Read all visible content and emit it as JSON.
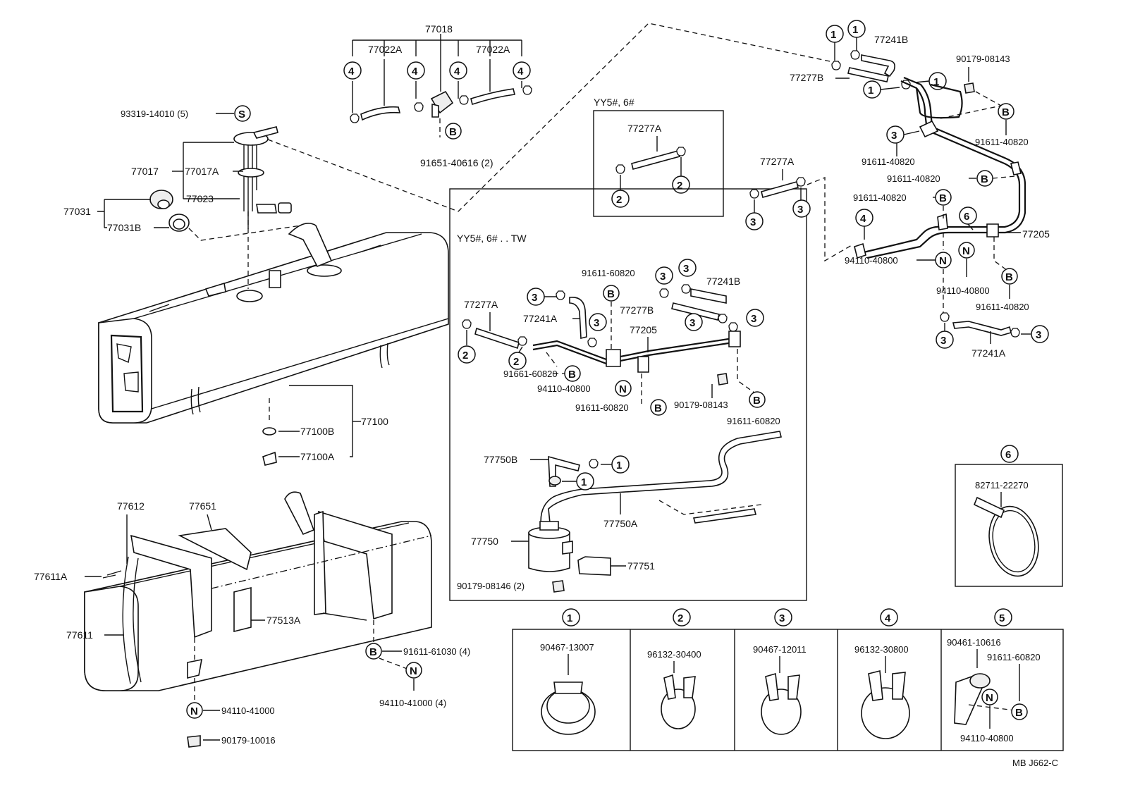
{
  "labels": {
    "p77018": "77018",
    "p77022A_left": "77022A",
    "p77022A_right": "77022A",
    "p93319": "93319-14010 (5)",
    "p91651": "91651-40616 (2)",
    "p77017": "77017",
    "p77017A": "77017A",
    "p77023": "77023",
    "p77031": "77031",
    "p77031B": "77031B",
    "p77100": "77100",
    "p77100B": "77100B",
    "p77100A": "77100A",
    "yy_box1_title": "YY5#, 6#",
    "box1_77277A": "77277A",
    "yy_box2_title": "YY5#, 6# . . TW",
    "box2_91611_60820_a": "91611-60820",
    "box2_77277A": "77277A",
    "box2_77241A": "77241A",
    "box2_77241B": "77241B",
    "box2_77277B": "77277B",
    "box2_77205": "77205",
    "box2_91661_60820": "91661-60820",
    "box2_94110_40800": "94110-40800",
    "box2_91611_60820_b": "91611-60820",
    "box2_90179_08143": "90179-08143",
    "box2_91611_60820_c": "91611-60820",
    "box2_77750B": "77750B",
    "box2_77750A": "77750A",
    "box2_77750": "77750",
    "box2_77751": "77751",
    "box2_90179_08146": "90179-08146 (2)",
    "mid_77277A": "77277A",
    "r_77241B": "77241B",
    "r_77277B": "77277B",
    "r_90179_08143": "90179-08143",
    "r_91611_40820_a": "91611-40820",
    "r_91611_40820_b": "91611-40820",
    "r_91611_40820_c": "91611-40820",
    "r_91611_40820_d": "91611-40820",
    "r_91611_40820_e": "91611-40820",
    "r_77205": "77205",
    "r_94110_40800_a": "94110-40800",
    "r_94110_40800_b": "94110-40800",
    "r_77241A": "77241A",
    "box6_num": "6",
    "box6_part": "82711-22270",
    "b_77612": "77612",
    "b_77651": "77651",
    "b_77611A": "77611A",
    "b_77611": "77611",
    "b_77513A": "77513A",
    "b_91611_61030": "91611-61030 (4)",
    "b_94110_41000_a": "94110-41000 (4)",
    "b_94110_41000_b": "94110-41000",
    "b_90179_10016": "90179-10016",
    "legend1_num": "1",
    "legend1_part": "90467-13007",
    "legend2_num": "2",
    "legend2_part": "96132-30400",
    "legend3_num": "3",
    "legend3_part": "90467-12011",
    "legend4_num": "4",
    "legend4_part": "96132-30800",
    "legend5_num": "5",
    "legend5_part_a": "90461-10616",
    "legend5_part_b": "91611-60820",
    "legend5_part_c": "94110-40800",
    "footer_code": "MB   J662-C"
  },
  "symbols": {
    "S": "S",
    "B": "B",
    "N": "N",
    "n1": "1",
    "n2": "2",
    "n3": "3",
    "n4": "4",
    "n6": "6"
  }
}
